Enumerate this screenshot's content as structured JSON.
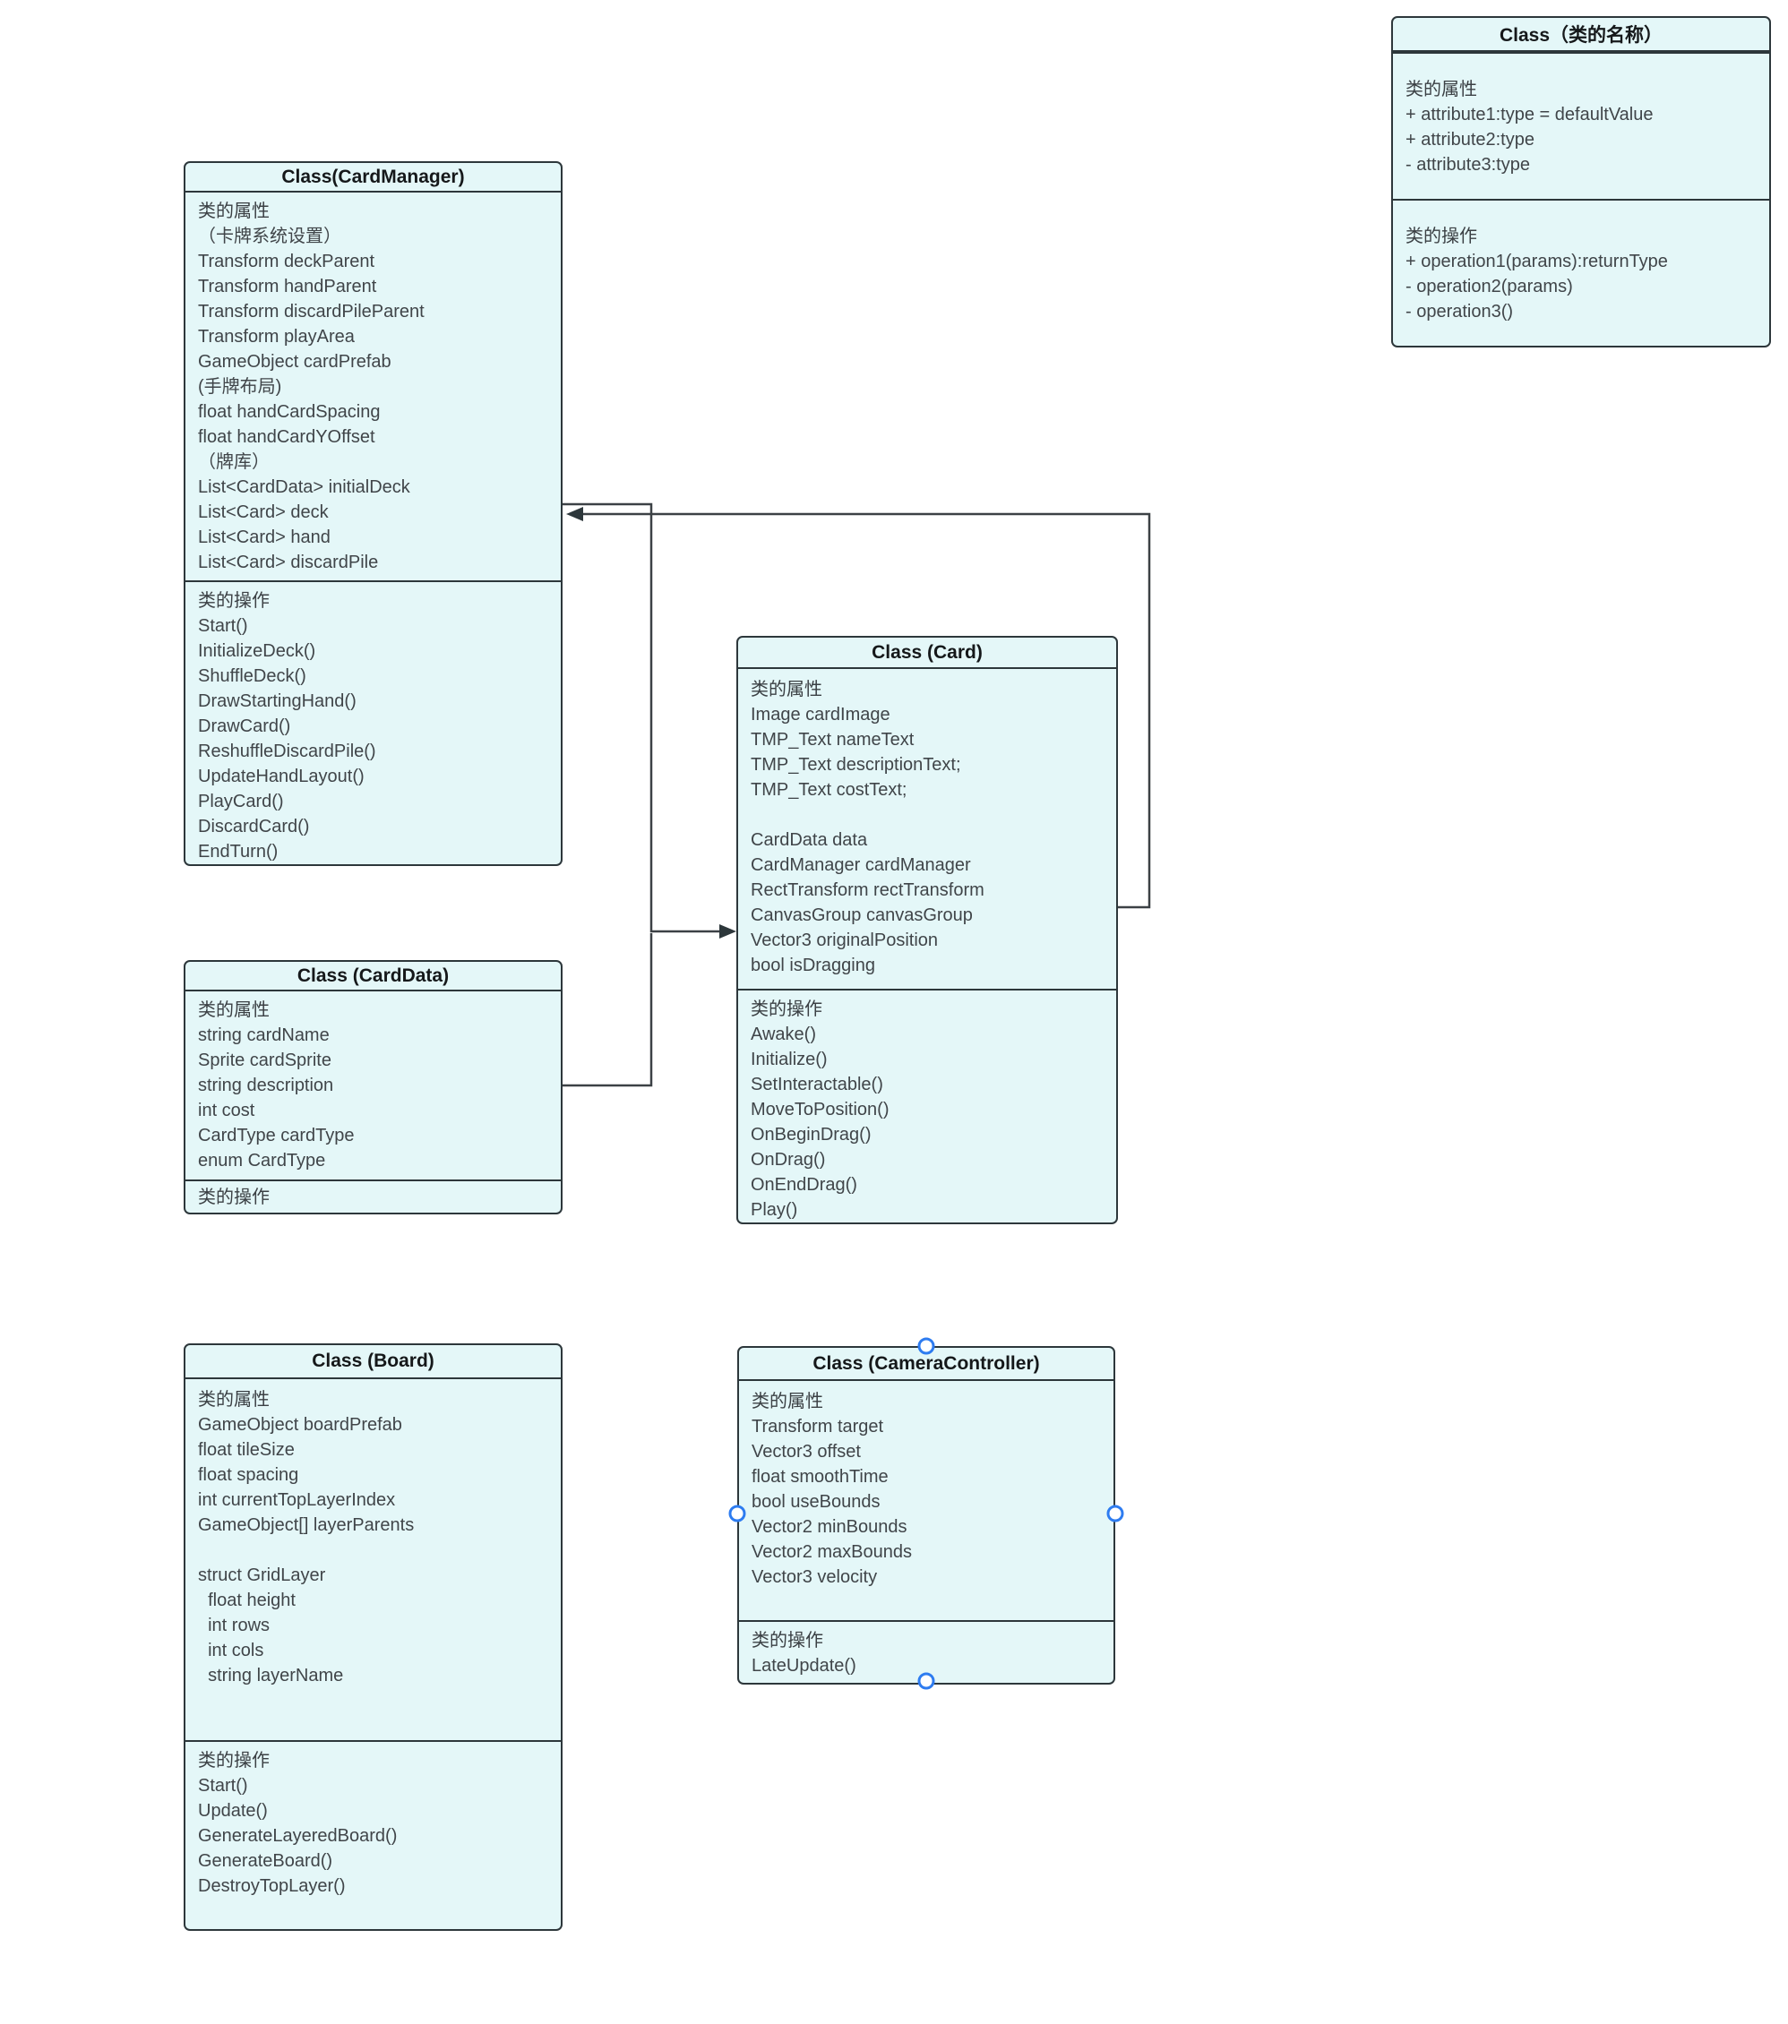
{
  "diagram": {
    "colors": {
      "box_fill": "#e4f7f8",
      "box_border": "#2d373b",
      "body_text": "#404549",
      "title_text": "#15181a",
      "connector_line": "#3c4145",
      "selection_handle": "#2e7cf0"
    },
    "classes": [
      {
        "id": "template",
        "title": "Class（类的名称）",
        "sections": [
          [
            "类的属性",
            "+ attribute1:type = defaultValue",
            "+ attribute2:type",
            "- attribute3:type"
          ],
          [
            "类的操作",
            "+ operation1(params):returnType",
            "- operation2(params)",
            "- operation3()"
          ]
        ]
      },
      {
        "id": "cardmanager",
        "title": "Class(CardManager)",
        "sections": [
          [
            "类的属性",
            "（卡牌系统设置）",
            "Transform deckParent",
            "Transform handParent",
            "Transform discardPileParent",
            "Transform playArea",
            "GameObject cardPrefab",
            "(手牌布局)",
            "float handCardSpacing",
            "float handCardYOffset",
            "（牌库）",
            "List<CardData> initialDeck",
            "List<Card> deck",
            "List<Card> hand",
            "List<Card> discardPile"
          ],
          [
            "类的操作",
            "Start()",
            "InitializeDeck()",
            "ShuffleDeck()",
            "DrawStartingHand()",
            "DrawCard()",
            "ReshuffleDiscardPile()",
            "UpdateHandLayout()",
            "PlayCard()",
            "DiscardCard()",
            "EndTurn()"
          ]
        ]
      },
      {
        "id": "card",
        "title": "Class (Card)",
        "sections": [
          [
            "类的属性",
            "Image cardImage",
            "TMP_Text nameText",
            "TMP_Text descriptionText;",
            "TMP_Text costText;",
            "",
            "CardData data",
            "CardManager cardManager",
            "RectTransform rectTransform",
            "CanvasGroup canvasGroup",
            "Vector3 originalPosition",
            "bool isDragging"
          ],
          [
            "类的操作",
            "Awake()",
            "Initialize()",
            "SetInteractable()",
            "MoveToPosition()",
            "OnBeginDrag()",
            "OnDrag()",
            "OnEndDrag()",
            "Play()"
          ]
        ]
      },
      {
        "id": "carddata",
        "title": "Class (CardData)",
        "sections": [
          [
            "类的属性",
            "string cardName",
            "Sprite cardSprite",
            "string description",
            "int cost",
            "CardType cardType",
            "enum CardType"
          ],
          [
            "类的操作"
          ]
        ]
      },
      {
        "id": "board",
        "title": "Class (Board)",
        "sections": [
          [
            "类的属性",
            "GameObject boardPrefab",
            "float tileSize",
            "float spacing",
            "int currentTopLayerIndex",
            "GameObject[] layerParents",
            "",
            "struct GridLayer",
            "  float height",
            "  int rows",
            "  int cols",
            "  string layerName"
          ],
          [
            "类的操作",
            "Start()",
            "Update()",
            "GenerateLayeredBoard()",
            "GenerateBoard()",
            "DestroyTopLayer()"
          ]
        ]
      },
      {
        "id": "cameracontroller",
        "title": "Class (CameraController)",
        "sections": [
          [
            "类的属性",
            "Transform target",
            "Vector3 offset",
            "float smoothTime",
            "bool useBounds",
            "Vector2 minBounds",
            "Vector2 maxBounds",
            "Vector3 velocity"
          ],
          [
            "类的操作",
            "LateUpdate()"
          ]
        ]
      }
    ],
    "connectors": [
      {
        "id": "card-to-cardmanager",
        "from": "Card",
        "to": "CardManager",
        "arrow_at": "CardManager"
      },
      {
        "id": "cardmanager-to-card",
        "from": "CardManager",
        "to": "Card",
        "arrow_at": "Card"
      },
      {
        "id": "carddata-link",
        "from": "CardData",
        "to": "Card/CardManager corridor",
        "arrow_at": "none"
      }
    ],
    "selection": {
      "selected_class": "cameracontroller",
      "handle_count": 4
    }
  }
}
